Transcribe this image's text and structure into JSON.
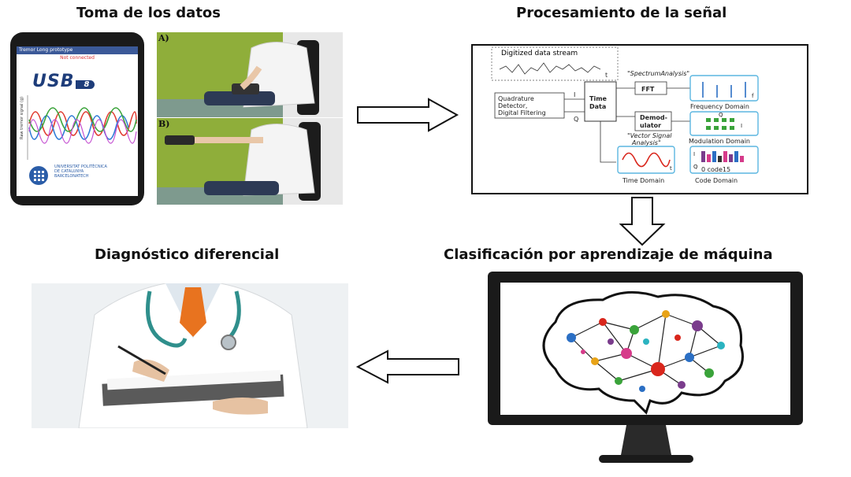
{
  "titles": {
    "toma": "Toma de los datos",
    "procesamiento": "Procesamiento de la señal",
    "clasificacion": "Clasificación por aprendizaje de máquina",
    "diagnostico": "Diagnóstico diferencial"
  },
  "phone": {
    "app_bar": "Tremor Long prototype",
    "status": "Not connected",
    "logo": "USB",
    "logo_suffix": "8",
    "axis_label": "Raw tremor signal (g)",
    "university": "UNIVERSITAT POLITÈCNICA\nDE CATALUNYA\nBARCELONATECH"
  },
  "photos": {
    "label_a": "A)",
    "label_b": "B)"
  },
  "signal": {
    "stream": "Digitized data stream",
    "spectrum": "\"SpectrumAnalysis\"",
    "quad1": "Quadrature",
    "quad2": "Detector,",
    "quad3": "Digital Filtering",
    "i": "I",
    "q": "Q",
    "time1": "Time",
    "time2": "Data",
    "fft": "FFT",
    "demod1": "Demod-",
    "demod2": "ulator",
    "vsa1": "\"Vector Signal",
    "vsa2": "Analysis\"",
    "freq_domain": "Frequency Domain",
    "mod_domain": "Modulation Domain",
    "time_domain": "Time Domain",
    "code_domain": "Code  Domain",
    "code_axis": "0 code15",
    "t": "t",
    "f": "f"
  },
  "colors": {
    "accent_blue": "#2b6fc4",
    "cyan_frame": "#5bb6e0",
    "red_wave": "#d9261c"
  }
}
